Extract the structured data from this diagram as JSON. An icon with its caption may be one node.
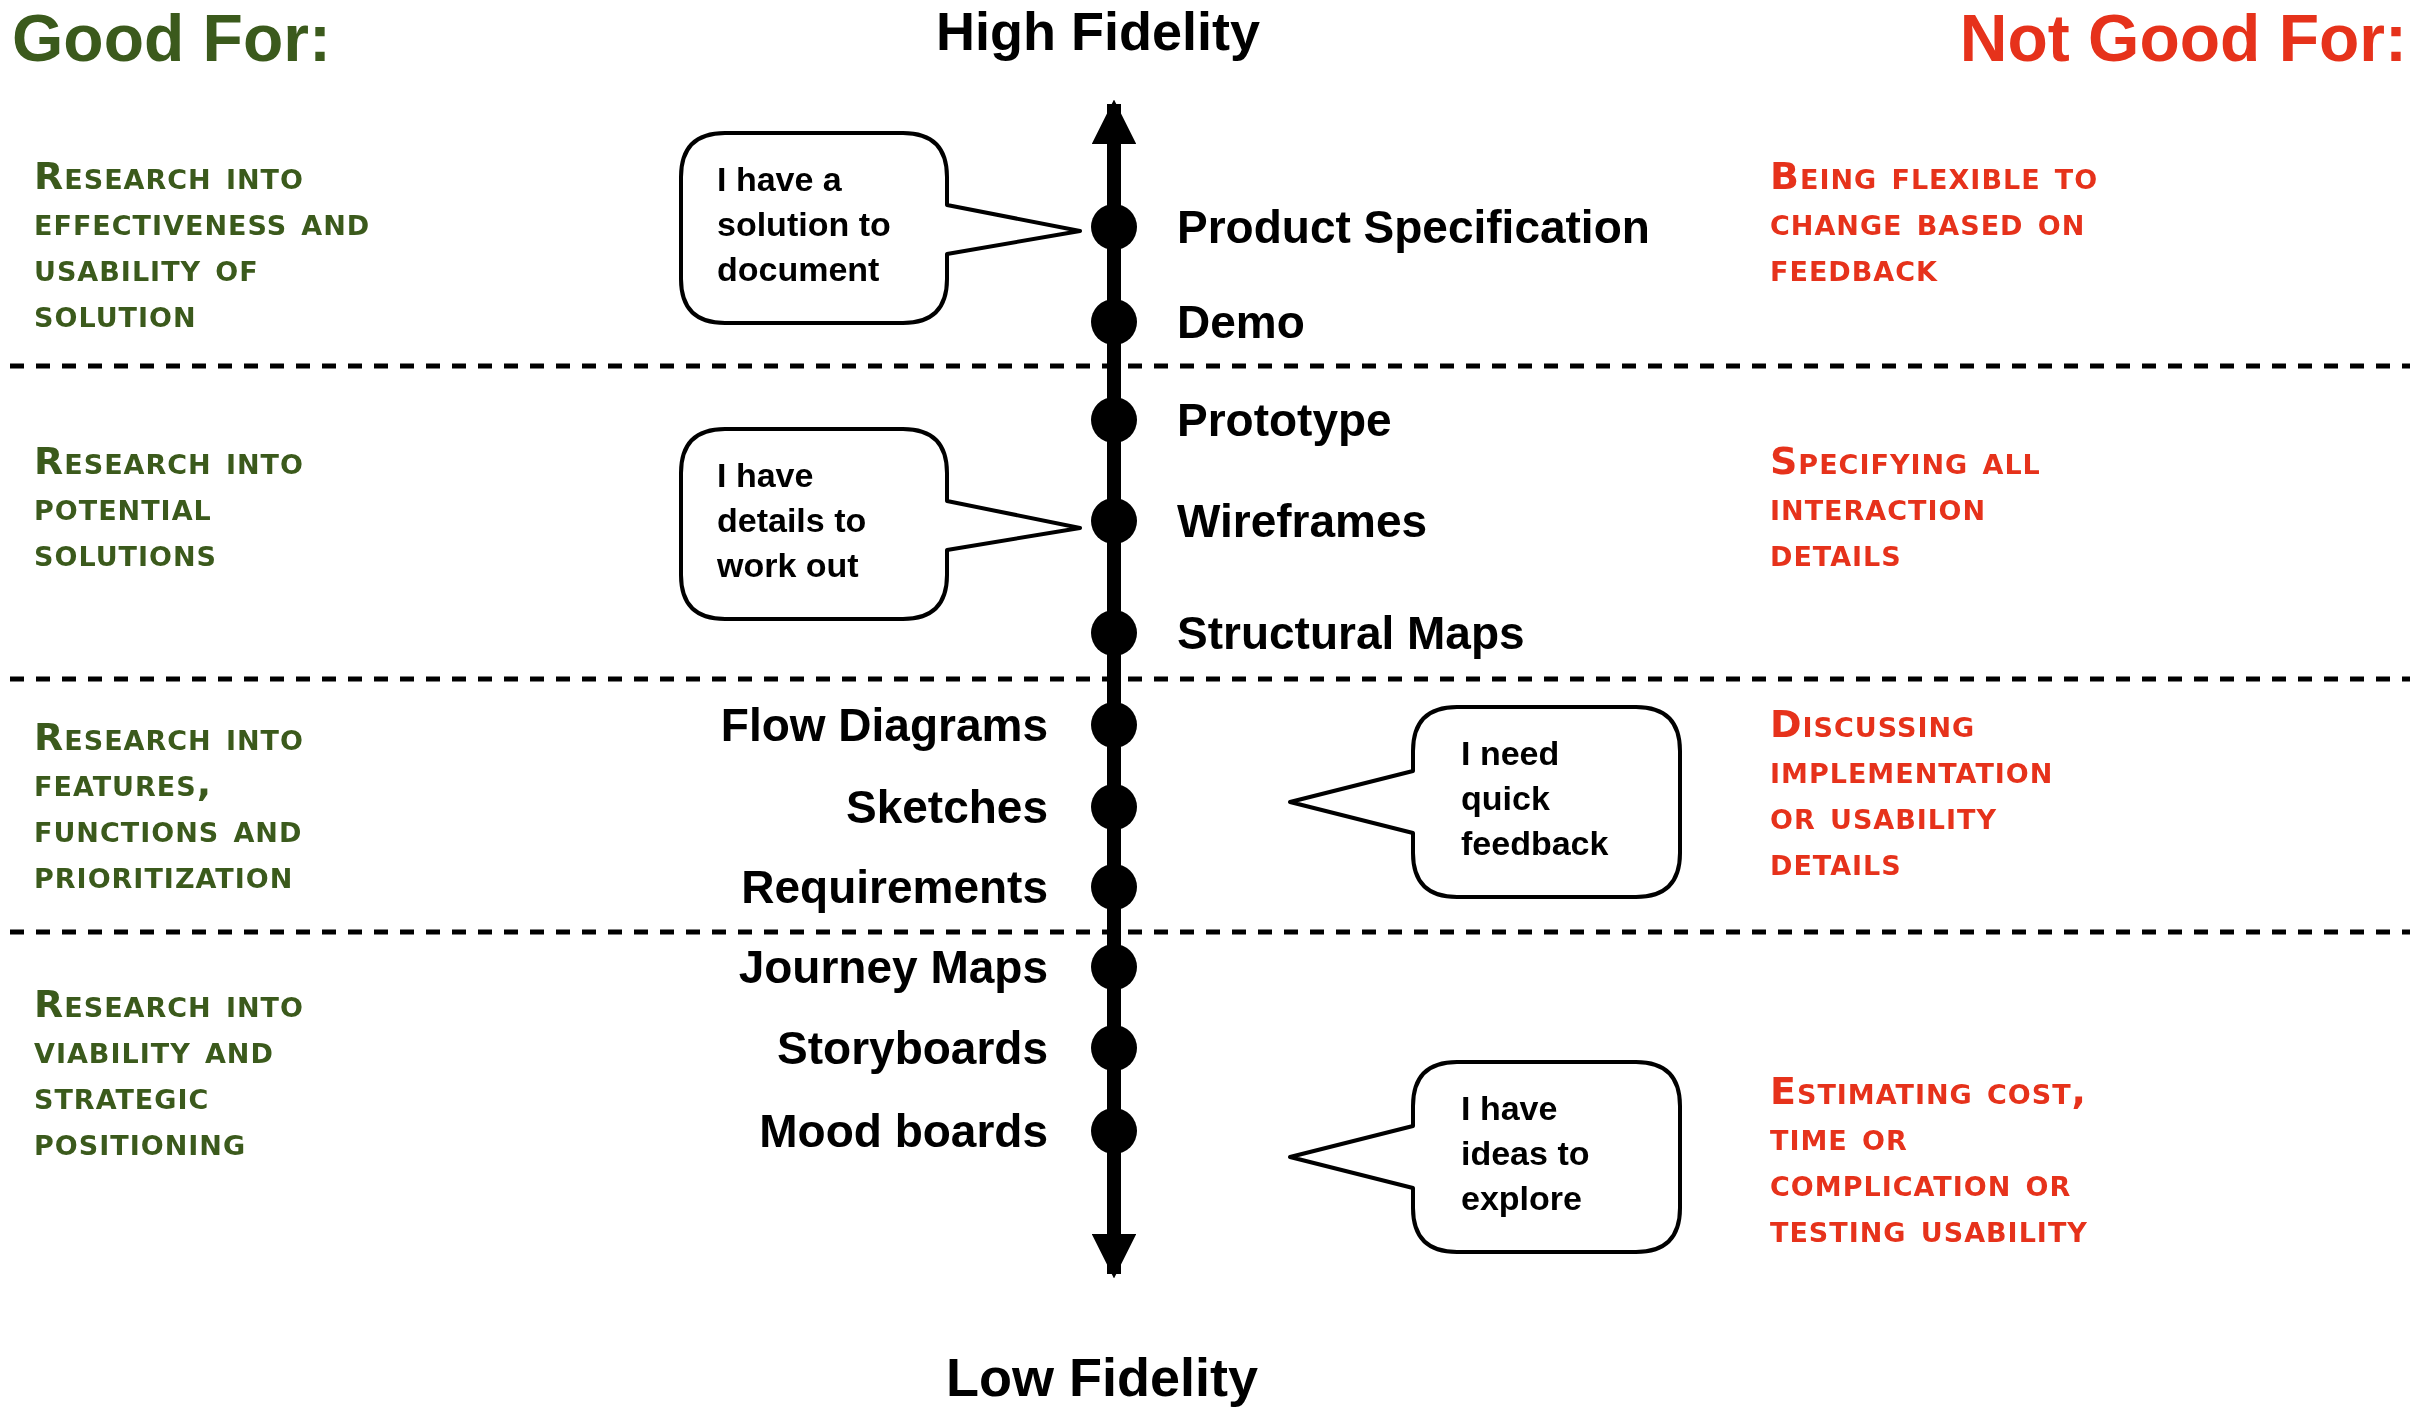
{
  "diagram": {
    "nodes": [
      {
        "text": [],
        "shape": "circle",
        "beside": [
          "Product Specification"
        ]
      },
      {
        "text": [],
        "shape": "circle",
        "beside": [
          "Demo"
        ]
      },
      {
        "text": [],
        "shape": "circle",
        "beside": [
          "Prototype"
        ]
      },
      {
        "text": [],
        "shape": "circle",
        "beside": [
          "Wireframes"
        ]
      },
      {
        "text": [],
        "shape": "circle",
        "beside": [
          "Structural Maps"
        ]
      },
      {
        "text": [],
        "shape": "circle",
        "beside": [
          "Flow Diagrams"
        ]
      },
      {
        "text": [],
        "shape": "circle",
        "beside": [
          "Sketches"
        ]
      },
      {
        "text": [],
        "shape": "circle",
        "beside": [
          "Requirements"
        ]
      },
      {
        "text": [],
        "shape": "circle",
        "beside": [
          "Journey Maps"
        ]
      },
      {
        "text": [],
        "shape": "circle",
        "beside": [
          "Storyboards"
        ]
      },
      {
        "text": [],
        "shape": "circle",
        "beside": [
          "Mood boards"
        ]
      },
      {
        "text": [
          "I have a solution to document"
        ]
      },
      {
        "text": [
          "I have details to work out"
        ]
      },
      {
        "text": [
          "I need quick feedback"
        ]
      },
      {
        "text": [
          "I have ideas to explore"
        ]
      }
    ],
    "labels": [
      "Good For:",
      "High Fidelity",
      "Not Good For:",
      "Research into effectiveness and usability of solution",
      "Being flexible to change  based on feedback",
      "Research into potential solutions",
      "Specifying all interaction details",
      "Research into features, functions and prioritization",
      "Discussing implementation or usability details",
      "Research into viability and strategic positioning",
      "Estimating cost, time or complication or testing usability",
      "Low Fidelity"
    ]
  }
}
